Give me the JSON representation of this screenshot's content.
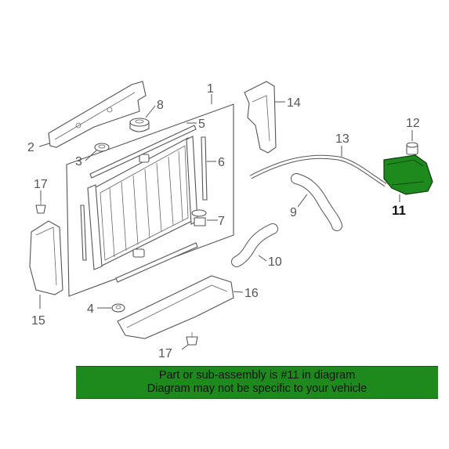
{
  "callouts": {
    "c1": "1",
    "c2": "2",
    "c3": "3",
    "c4": "4",
    "c5": "5",
    "c6": "6",
    "c7": "7",
    "c8": "8",
    "c9": "9",
    "c10": "10",
    "c11": "11",
    "c12": "12",
    "c13": "13",
    "c14": "14",
    "c15": "15",
    "c16": "16",
    "c17a": "17",
    "c17b": "17"
  },
  "banner": {
    "line1": "Part or sub-assembly is #11 in diagram",
    "line2": "Diagram may not be specific to your vehicle"
  },
  "colors": {
    "highlight": "#1e8a1e",
    "banner": "#1e8a1e",
    "line": "#555555"
  }
}
